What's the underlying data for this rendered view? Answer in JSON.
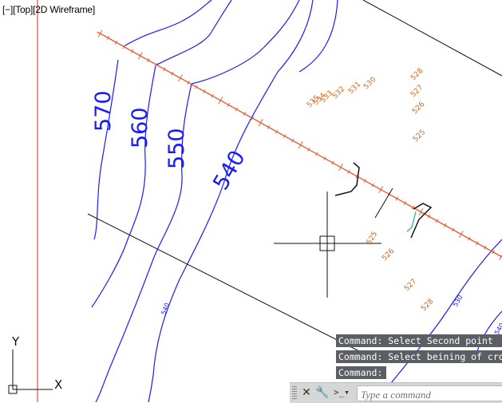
{
  "viewport": {
    "label_minus": "[−]",
    "label_view": "[Top]",
    "label_style": "[2D Wireframe]"
  },
  "contours": {
    "major_labels": [
      "570",
      "560",
      "550",
      "540"
    ],
    "minor_label_540": "540",
    "minor_label_530": "530",
    "minor_label_540b": "540"
  },
  "spot_elevations": {
    "group_top": [
      "535",
      "534",
      "533",
      "532",
      "531",
      "530"
    ],
    "right_col": [
      "528",
      "527",
      "526",
      "525"
    ],
    "lower": [
      "525",
      "526",
      "527",
      "528"
    ]
  },
  "ucs": {
    "x_label": "X",
    "y_label": "Y"
  },
  "command": {
    "history": [
      "Command: Select Second point",
      "Command: Select beining of cro",
      "Command:"
    ],
    "placeholder": "Type a command"
  },
  "colors": {
    "contour": "#1a1aff",
    "section_line": "#e8542a",
    "spot_text": "#d0661e",
    "vertical_axis": "#d9262e",
    "boundary": "#111111"
  },
  "icons": [
    "close-icon",
    "wrench-icon",
    "command-prompt-icon",
    "crosshair-cursor-icon"
  ]
}
